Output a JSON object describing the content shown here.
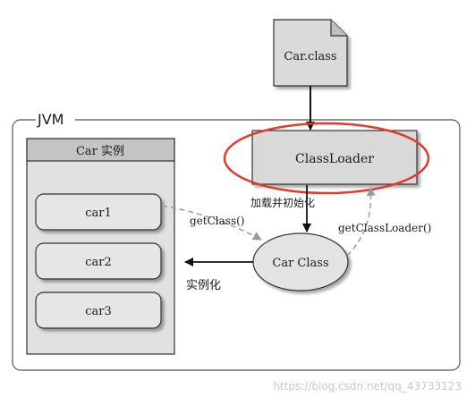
{
  "diagram": {
    "jvm_label": "JVM",
    "file_label": "Car.class",
    "classloader_label": "ClassLoader",
    "instance_panel_title": "Car 实例",
    "instances": [
      "car1",
      "car2",
      "car3"
    ],
    "carclass_label": "Car Class",
    "edge_load_init": "加载并初始化",
    "edge_getclass": "getClass()",
    "edge_getclassloader": "getClassLoader()",
    "edge_instantiate": "实例化",
    "highlight_color": "#e23a2e"
  },
  "watermark": "https://blog.csdn.net/qq_43733123"
}
